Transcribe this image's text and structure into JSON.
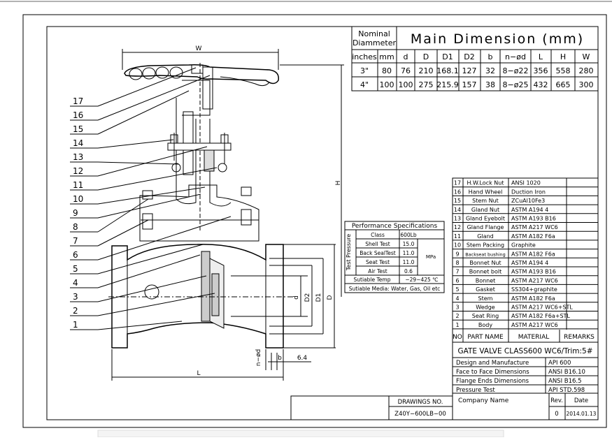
{
  "main_dimension_table": {
    "title_nominal": [
      "Nominal",
      "Diammeter"
    ],
    "title_main": "Main Dimension (mm)",
    "headers": [
      "inches",
      "mm",
      "d",
      "D",
      "D1",
      "D2",
      "b",
      "n−ød",
      "L",
      "H",
      "W"
    ],
    "rows": [
      [
        "3\"",
        "80",
        "76",
        "210",
        "168.1",
        "127",
        "32",
        "8−ø22",
        "356",
        "558",
        "280"
      ],
      [
        "4\"",
        "100",
        "100",
        "275",
        "215.9",
        "157",
        "38",
        "8−ø25",
        "432",
        "665",
        "300"
      ]
    ]
  },
  "callouts": [
    "17",
    "16",
    "15",
    "14",
    "13",
    "12",
    "11",
    "10",
    "9",
    "8",
    "7",
    "6",
    "5",
    "4",
    "3",
    "2",
    "1"
  ],
  "dimension_labels": {
    "W": "W",
    "H": "H",
    "L": "L",
    "D": "D",
    "D1": "D1",
    "D2": "D2",
    "d": "d",
    "b": "b",
    "nod": "n−ød",
    "thk": "6.4"
  },
  "performance": {
    "title": "Performance Specifications",
    "side_label": "Test Pressure",
    "rows": [
      {
        "label": "Class",
        "value": "600Lb"
      },
      {
        "label": "Shell Test",
        "value": "15.0"
      },
      {
        "label": "Back SealTest",
        "value": "11.0"
      },
      {
        "label": "Seat Test",
        "value": "11.0"
      },
      {
        "label": "Air Test",
        "value": "0.6"
      }
    ],
    "unit": "MPa",
    "temp_label": "Sutiable Temp",
    "temp_value": "−29~425 ℃",
    "media": "Sutiable Media: Water, Gas, Oil etc"
  },
  "parts_list": {
    "rows": [
      {
        "no": "17",
        "name": "H.W.Lock Nut",
        "material": "ANSI 1020"
      },
      {
        "no": "16",
        "name": "Hand Wheel",
        "material": "Duction Iron"
      },
      {
        "no": "15",
        "name": "Stem Nut",
        "material": "ZCuAl10Fe3"
      },
      {
        "no": "14",
        "name": "Gland Nut",
        "material": "ASTM A194 4"
      },
      {
        "no": "13",
        "name": "Gland Eyebolt",
        "material": "ASTM A193 B16"
      },
      {
        "no": "12",
        "name": "Gland Flange",
        "material": "ASTM A217 WC6"
      },
      {
        "no": "11",
        "name": "Gland",
        "material": "ASTM A182 F6a"
      },
      {
        "no": "10",
        "name": "Stem Packing",
        "material": "Graphite"
      },
      {
        "no": "9",
        "name": "Backseat bushing",
        "material": "ASTM A182 F6a"
      },
      {
        "no": "8",
        "name": "Bonnet Nut",
        "material": "ASTM A194 4"
      },
      {
        "no": "7",
        "name": "Bonnet bolt",
        "material": "ASTM A193 B16"
      },
      {
        "no": "6",
        "name": "Bonnet",
        "material": "ASTM A217 WC6"
      },
      {
        "no": "5",
        "name": "Gasket",
        "material": "SS304+graphite"
      },
      {
        "no": "4",
        "name": "Stem",
        "material": "ASTM A182 F6a"
      },
      {
        "no": "3",
        "name": "Wedge",
        "material": "ASTM A217 WC6+STL"
      },
      {
        "no": "2",
        "name": "Seat Ring",
        "material": "ASTM A182 F6a+STL"
      },
      {
        "no": "1",
        "name": "Body",
        "material": "ASTM A217 WC6"
      }
    ],
    "header": {
      "no": "NO",
      "name": "PART NAME",
      "material": "MATERIAL",
      "remarks": "REMARKS"
    }
  },
  "title_block": {
    "valve_title": "GATE VALVE CLASS600   WC6/Trim:5#",
    "standards": [
      {
        "label": "Design and Manufacture",
        "value": "API 600"
      },
      {
        "label": "Face to Face Dimensions",
        "value": "ANSI B16.10"
      },
      {
        "label": "Flange Ends Dimensions",
        "value": "ANSI B16.5"
      },
      {
        "label": "Pressure Test",
        "value": "API STD.598"
      }
    ],
    "company_label": "Company Name",
    "rev_label": "Rev.",
    "date_label": "Date",
    "rev_value": "0",
    "date_value": "2014.01.13",
    "drawings_no_label": "DRAWINGS NO.",
    "drawings_no_value": "Z40Y−600LB−00"
  }
}
